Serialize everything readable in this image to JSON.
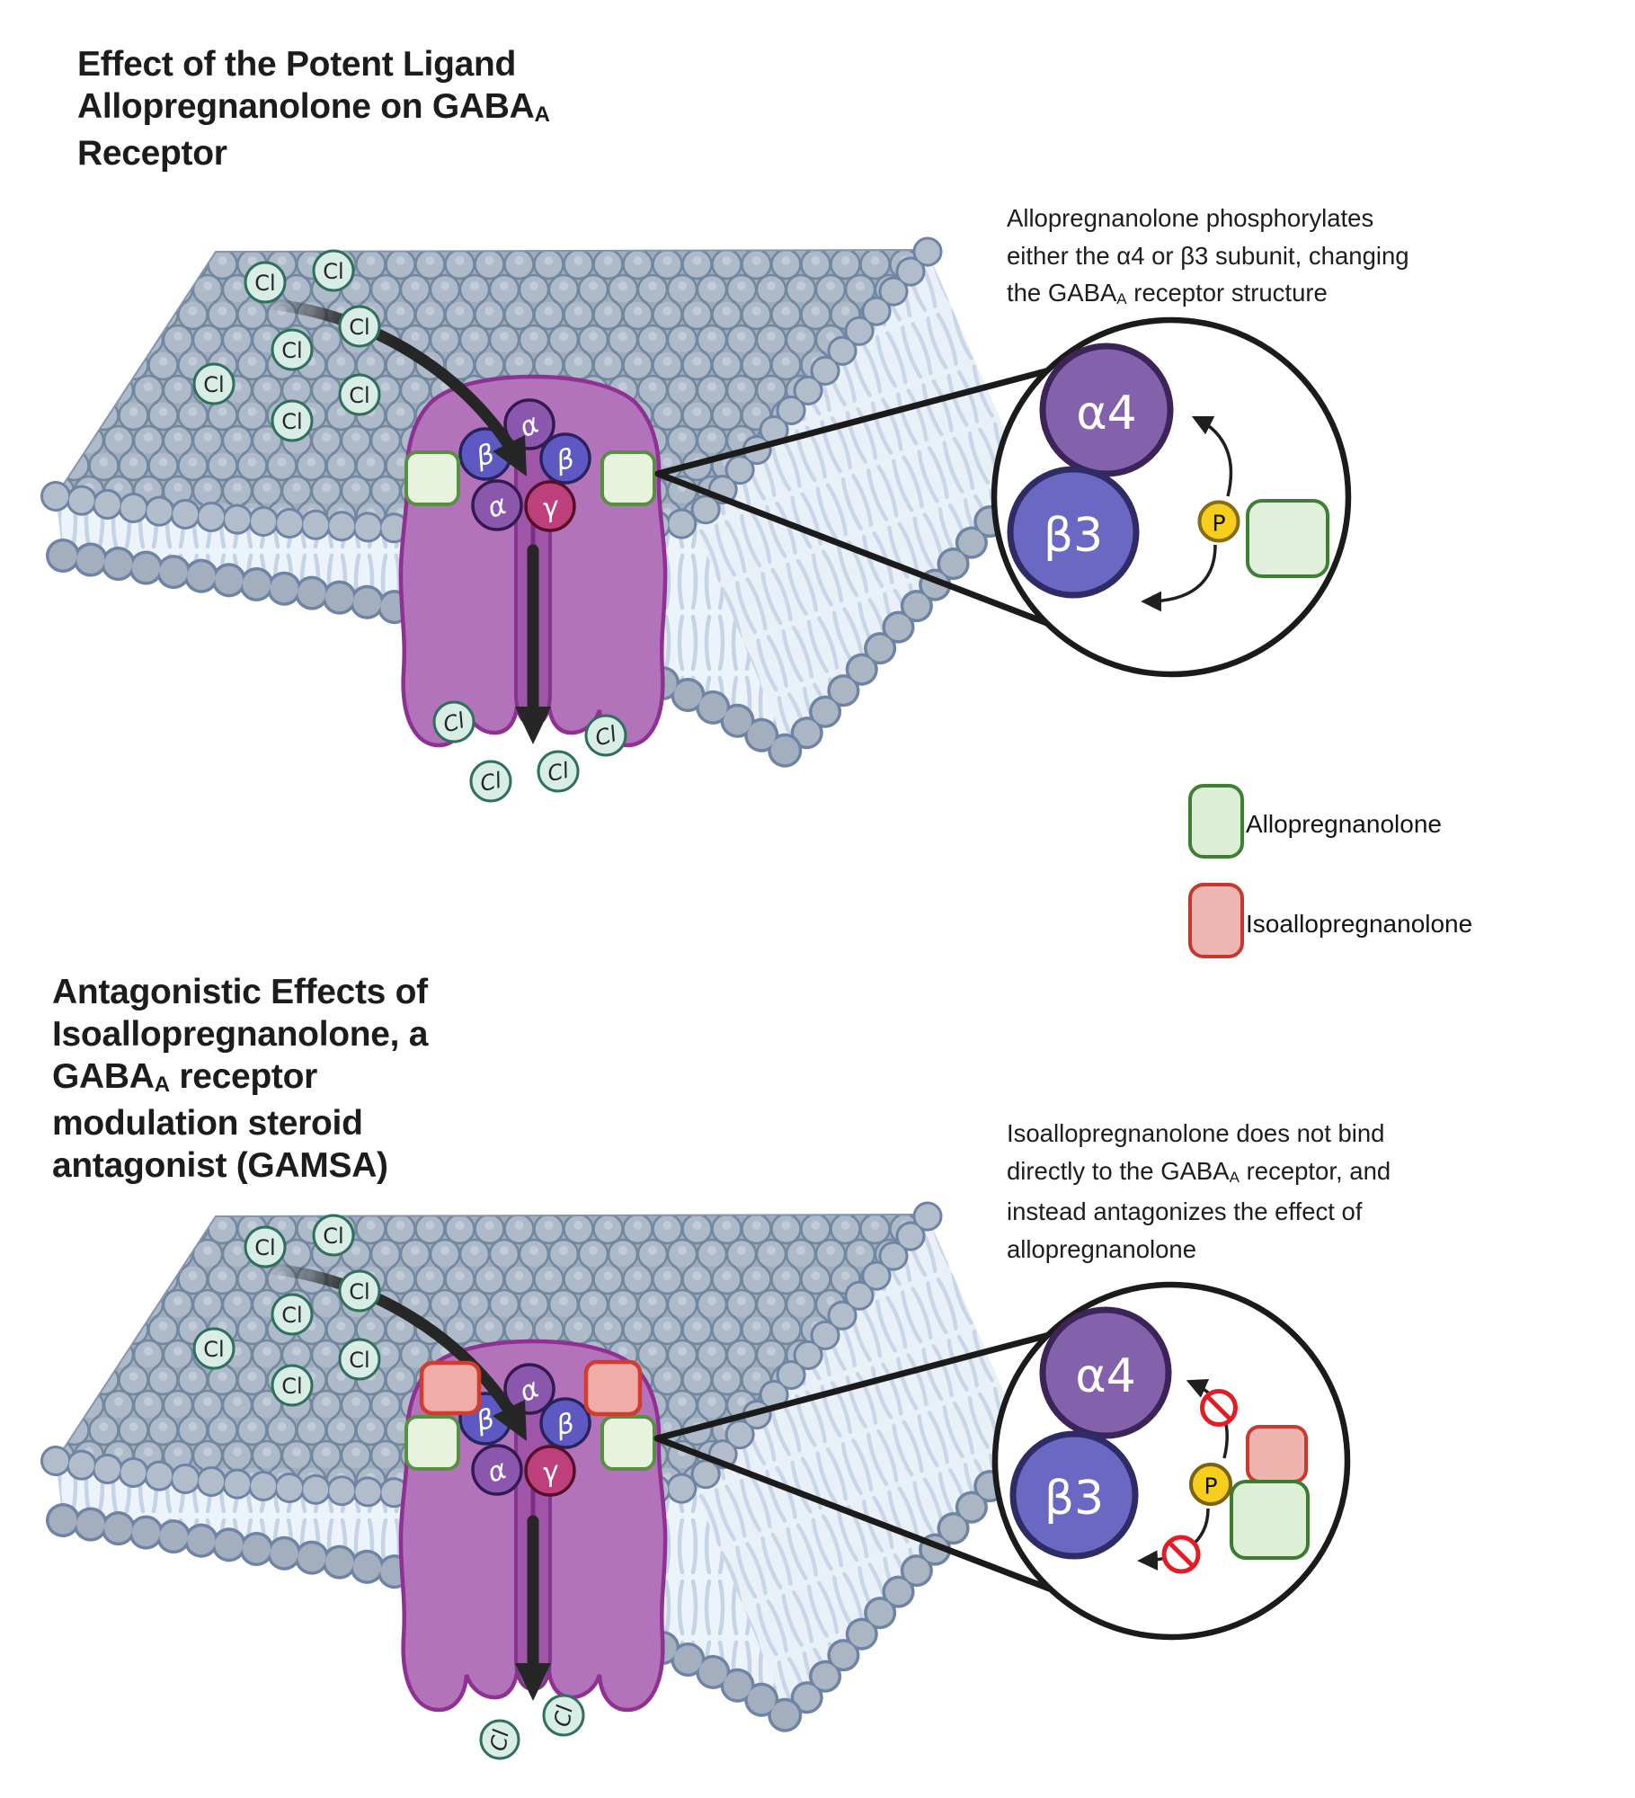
{
  "top_title": {
    "line1": "Effect of the Potent Ligand",
    "line2": "Allopregnanolone on GABA",
    "line2_sub": "A",
    "line3": "Receptor"
  },
  "top_note": {
    "line1": "Allopregnanolone phosphorylates",
    "line2": "either the α4 or β3 subunit, changing",
    "line3a": "the GABA",
    "line3_sub": "A",
    "line3b": " receptor structure"
  },
  "bottom_title": {
    "line1": "Antagonistic Effects of",
    "line2": "Isoallopregnanolone, a",
    "line3a": "GABA",
    "line3_sub": "A",
    "line3b": " receptor",
    "line4": "modulation steroid",
    "line5": "antagonist (GAMSA)"
  },
  "bottom_note": {
    "line1": "Isoallopregnanolone does not bind",
    "line2a": "directly to the GABA",
    "line2_sub": "A",
    "line2b": " receptor, and",
    "line3": "instead antagonizes the effect of",
    "line4": "allopregnanolone"
  },
  "legend": {
    "allopregnanolone": "Allopregnanolone",
    "isoallopregnanolone": "Isoallopregnanolone"
  },
  "ions": {
    "chloride": "Cl"
  },
  "subunits": {
    "alpha": "α",
    "beta": "β",
    "gamma": "γ"
  },
  "zoom_labels": {
    "alpha4": "α4",
    "beta3": "β3",
    "phosphate": "P"
  },
  "colors": {
    "membrane_head": "#aebac9",
    "membrane_head_border": "#73879f",
    "membrane_tail": "#c5d3e6",
    "membrane_face": "#edf3fa",
    "receptor_body": "#b273bb",
    "receptor_outline": "#8e3193",
    "receptor_channel": "#a055a9",
    "subunit_alpha": "#8a57ad",
    "subunit_beta": "#5e59c2",
    "subunit_gamma": "#bd3f7c",
    "alpha4_fill": "#8461ab",
    "beta3_fill": "#6b68c4",
    "phosphate_fill": "#f7ce1b",
    "allopregnanolone_fill": "#ddeed6",
    "allopregnanolone_border": "#3d8034",
    "isoallopregnanolone_fill": "#efb5b1",
    "isoallopregnanolone_border": "#c4392f",
    "chloride_fill": "#d8ede6",
    "chloride_border": "#2f6f5c",
    "prohibited_red": "#e21d25",
    "arrow_black": "#262626"
  }
}
